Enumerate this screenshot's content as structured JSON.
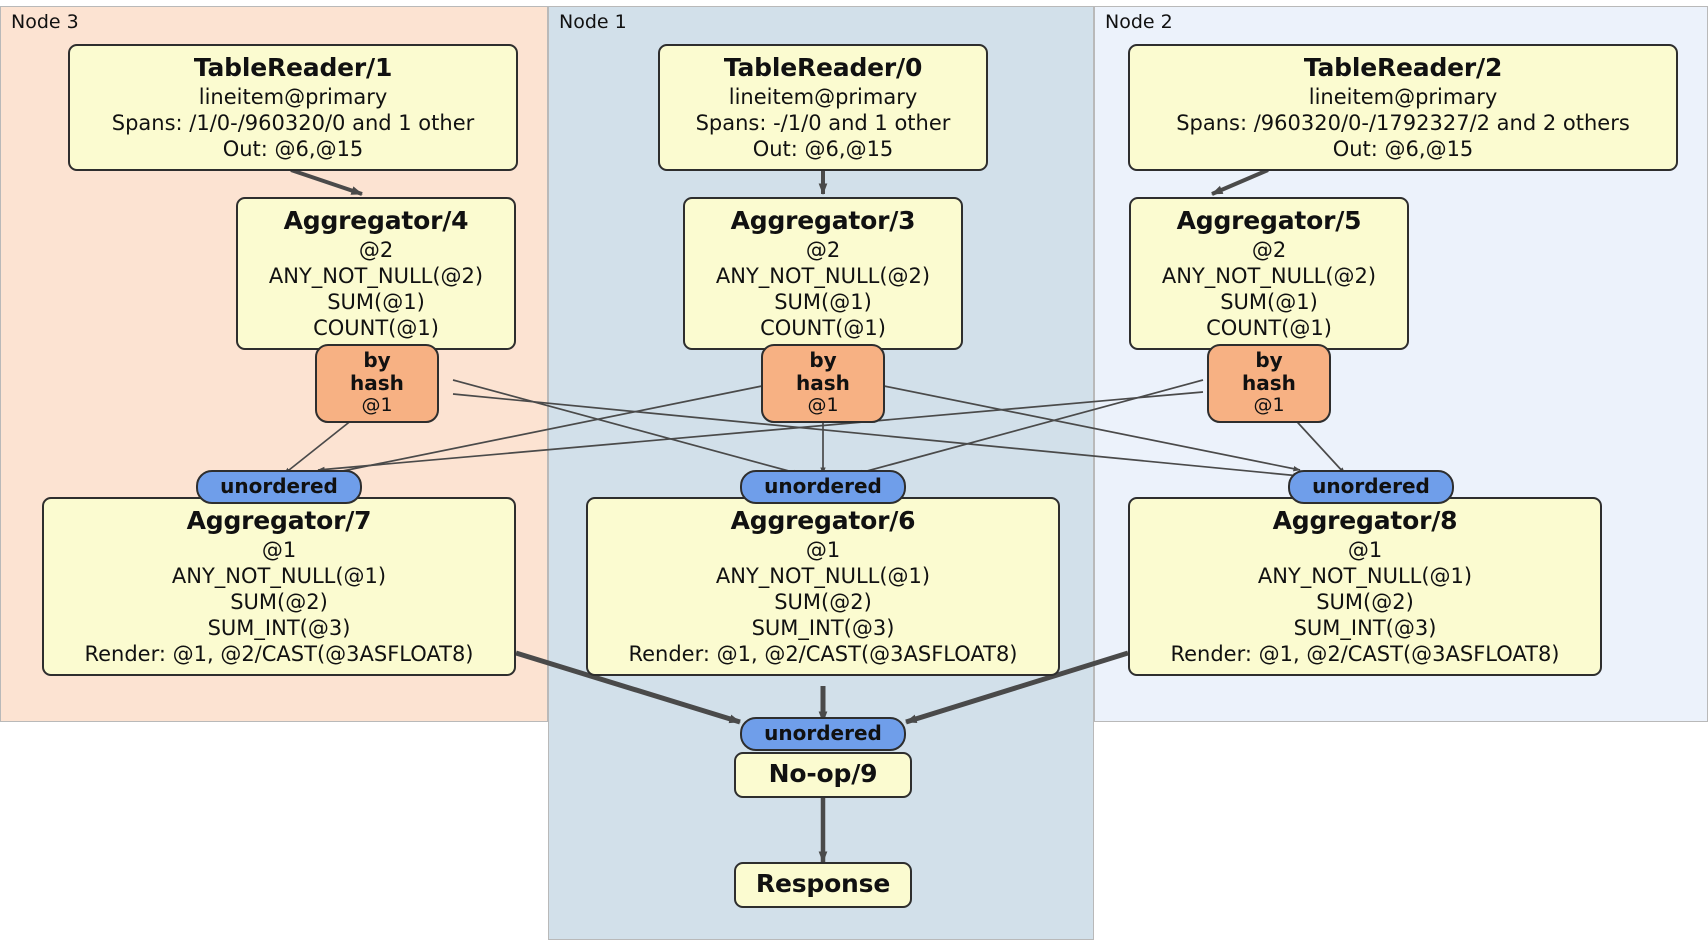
{
  "diagram": {
    "type": "distributed-query-execution-plan",
    "colors": {
      "node3_panel": "#fce3d2",
      "node1_panel": "#d2e0ea",
      "node2_panel": "#ecf2fb",
      "processor_box": "#fbfbd0",
      "hash_badge": "#f7b183",
      "unordered_badge": "#6f9eea",
      "edge": "#4a4a4a",
      "border": "#2e2e2e"
    }
  },
  "panels": [
    {
      "id": "node3",
      "label": "Node 3"
    },
    {
      "id": "node1",
      "label": "Node 1"
    },
    {
      "id": "node2",
      "label": "Node 2"
    }
  ],
  "processors": {
    "table_reader_1": {
      "title": "TableReader/1",
      "lines": [
        "lineitem@primary",
        "Spans: /1/0-/960320/0 and 1 other",
        "Out: @6,@15"
      ]
    },
    "table_reader_0": {
      "title": "TableReader/0",
      "lines": [
        "lineitem@primary",
        "Spans: -/1/0 and 1 other",
        "Out: @6,@15"
      ]
    },
    "table_reader_2": {
      "title": "TableReader/2",
      "lines": [
        "lineitem@primary",
        "Spans: /960320/0-/1792327/2 and 2 others",
        "Out: @6,@15"
      ]
    },
    "aggregator_4": {
      "title": "Aggregator/4",
      "lines": [
        "@2",
        "ANY_NOT_NULL(@2)",
        "SUM(@1)",
        "COUNT(@1)"
      ]
    },
    "aggregator_3": {
      "title": "Aggregator/3",
      "lines": [
        "@2",
        "ANY_NOT_NULL(@2)",
        "SUM(@1)",
        "COUNT(@1)"
      ]
    },
    "aggregator_5": {
      "title": "Aggregator/5",
      "lines": [
        "@2",
        "ANY_NOT_NULL(@2)",
        "SUM(@1)",
        "COUNT(@1)"
      ]
    },
    "aggregator_7": {
      "title": "Aggregator/7",
      "lines": [
        "@1",
        "ANY_NOT_NULL(@1)",
        "SUM(@2)",
        "SUM_INT(@3)",
        "Render: @1, @2/CAST(@3ASFLOAT8)"
      ]
    },
    "aggregator_6": {
      "title": "Aggregator/6",
      "lines": [
        "@1",
        "ANY_NOT_NULL(@1)",
        "SUM(@2)",
        "SUM_INT(@3)",
        "Render: @1, @2/CAST(@3ASFLOAT8)"
      ]
    },
    "aggregator_8": {
      "title": "Aggregator/8",
      "lines": [
        "@1",
        "ANY_NOT_NULL(@1)",
        "SUM(@2)",
        "SUM_INT(@3)",
        "Render: @1, @2/CAST(@3ASFLOAT8)"
      ]
    },
    "noop_9": {
      "title": "No-op/9",
      "lines": []
    },
    "response": {
      "title": "Response",
      "lines": []
    }
  },
  "badges": {
    "hash_left": {
      "main": "by hash",
      "sub": "@1"
    },
    "hash_center": {
      "main": "by hash",
      "sub": "@1"
    },
    "hash_right": {
      "main": "by hash",
      "sub": "@1"
    },
    "unordered_left": {
      "main": "unordered",
      "sub": ""
    },
    "unordered_center": {
      "main": "unordered",
      "sub": ""
    },
    "unordered_right": {
      "main": "unordered",
      "sub": ""
    },
    "unordered_final": {
      "main": "unordered",
      "sub": ""
    }
  }
}
